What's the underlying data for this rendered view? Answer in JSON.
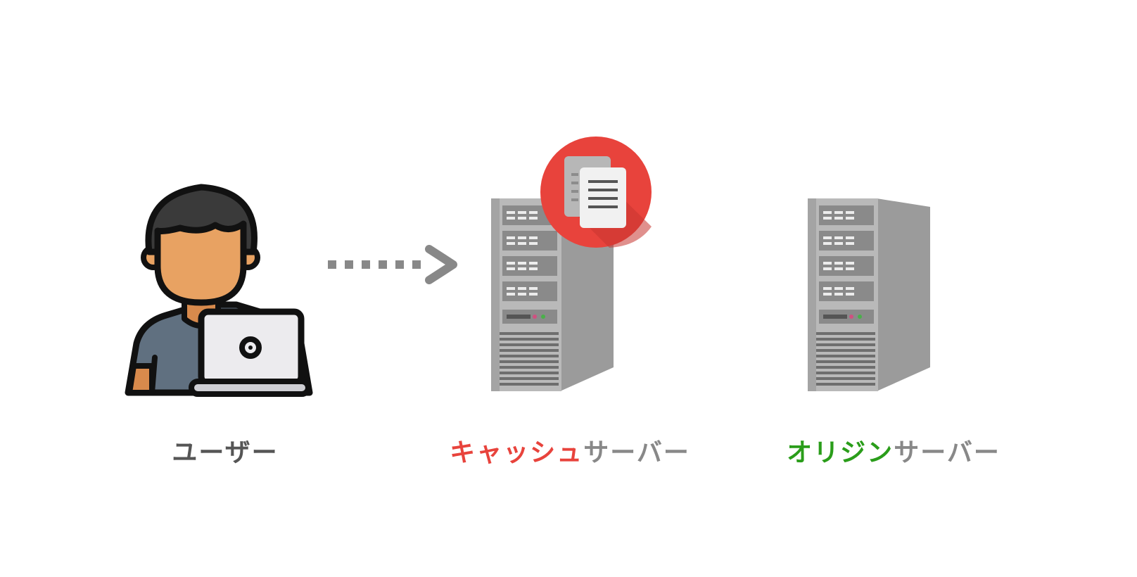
{
  "colors": {
    "background": "#ffffff",
    "label_gray": "#555555",
    "server_label_gray": "#888888",
    "cache_red": "#e8433c",
    "origin_green": "#2a9d1a",
    "arrow_gray": "#888888",
    "badge_red": "#e8433c",
    "skin": "#e8a262",
    "hair": "#3a3a3a",
    "shirt": "#607080",
    "laptop": "#ecebee",
    "server_body": "#9b9b9b"
  },
  "nodes": {
    "user": {
      "label_main": "ユーザー",
      "icon": "user-with-laptop-icon"
    },
    "cache_server": {
      "label_highlight": "キャッシュ",
      "label_rest": "サーバー",
      "icon": "server-tower-icon",
      "badge_icon": "document-copy-icon"
    },
    "origin_server": {
      "label_highlight": "オリジン",
      "label_rest": "サーバー",
      "icon": "server-tower-icon"
    }
  },
  "edges": {
    "user_to_cache": {
      "style": "dotted",
      "icon": "dotted-arrow-right-icon"
    }
  }
}
